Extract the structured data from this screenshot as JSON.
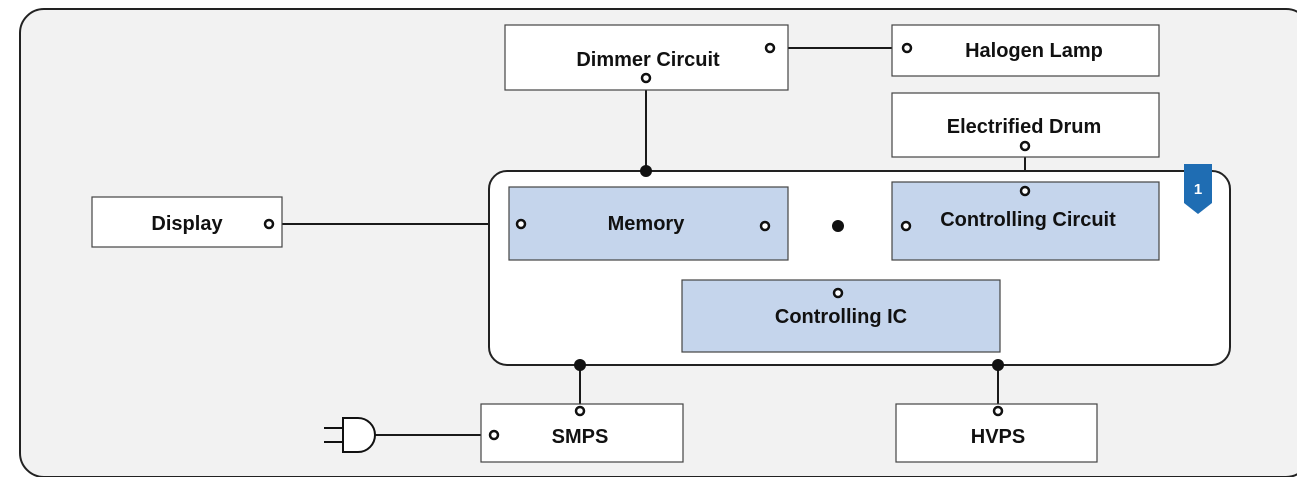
{
  "blocks": {
    "dimmer_circuit": "Dimmer Circuit",
    "halogen_lamp": "Halogen Lamp",
    "electrified_drum": "Electrified Drum",
    "display": "Display",
    "memory": "Memory",
    "controlling_circuit": "Controlling Circuit",
    "controlling_ic": "Controlling IC",
    "smps": "SMPS",
    "hvps": "HVPS"
  },
  "badge": "1",
  "colors": {
    "panel_fill": "#f2f2f2",
    "inner_block_fill": "#c5d5ec",
    "badge": "#1f6db3",
    "line": "#1a1a1a"
  }
}
